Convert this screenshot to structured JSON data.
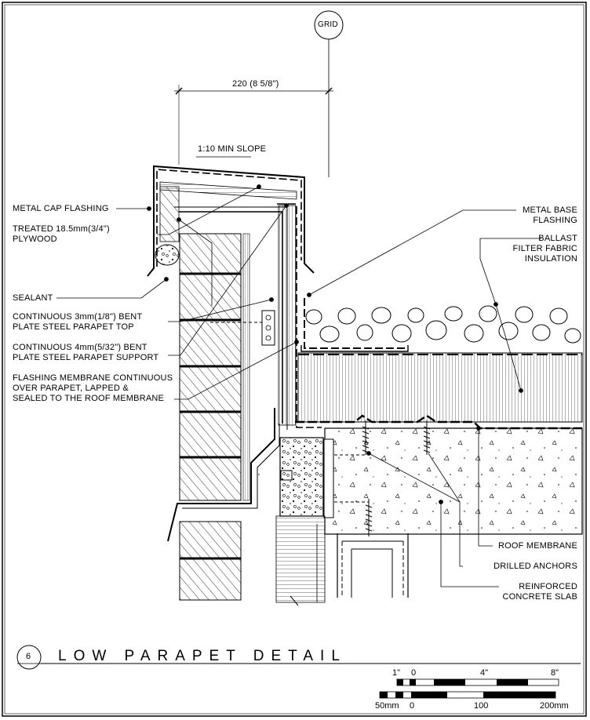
{
  "grid_label": "GRID",
  "dimension": "220 (8 5/8\")",
  "slope": "1:10 MIN SLOPE",
  "labels_left": {
    "metal_cap": "METAL CAP FLASHING",
    "plywood_1": "TREATED 18.5mm(3/4\")",
    "plywood_2": "PLYWOOD",
    "sealant": "SEALANT",
    "top_1": "CONTINUOUS 3mm(1/8\") BENT",
    "top_2": "PLATE STEEL PARAPET TOP",
    "support_1": "CONTINUOUS 4mm(5/32\") BENT",
    "support_2": "PLATE STEEL PARAPET SUPPORT",
    "membrane_1": "FLASHING MEMBRANE CONTINUOUS",
    "membrane_2": "OVER PARAPET, LAPPED &",
    "membrane_3": "SEALED TO THE ROOF MEMBRANE"
  },
  "labels_right": {
    "base_1": "METAL BASE",
    "base_2": "FLASHING",
    "ballast_1": "BALLAST",
    "ballast_2": "FILTER FABRIC",
    "ballast_3": "INSULATION",
    "roof_membrane": "ROOF MEMBRANE",
    "anchors": "DRILLED ANCHORS",
    "slab_1": "REINFORCED",
    "slab_2": "CONCRETE SLAB"
  },
  "title": {
    "number": "6",
    "text": "LOW PARAPET DETAIL"
  },
  "scale": {
    "imperial": [
      "1\"",
      "0",
      "4\"",
      "8\""
    ],
    "metric": [
      "50mm",
      "0",
      "100",
      "200mm"
    ]
  }
}
